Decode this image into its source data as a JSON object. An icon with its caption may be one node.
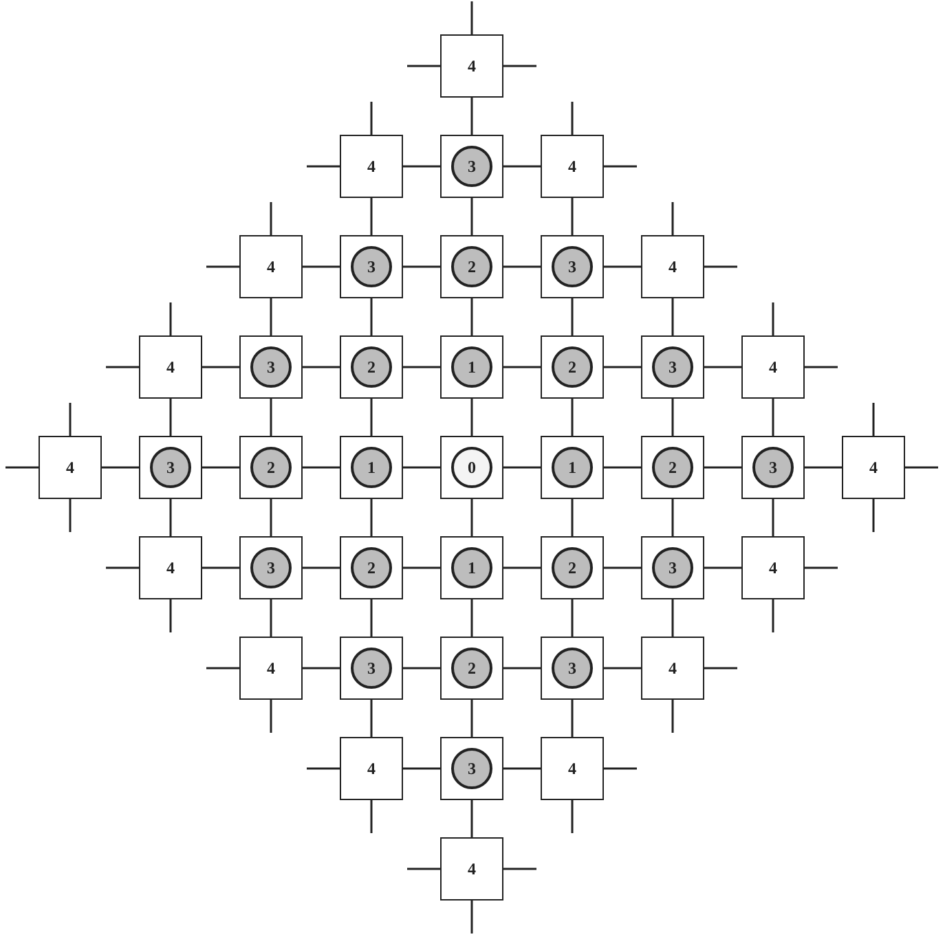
{
  "diagram": {
    "nodes": [
      {
        "text": [
          "4"
        ]
      },
      {
        "text": [
          "4"
        ]
      },
      {
        "text": [],
        "shape": "box"
      },
      {
        "text": [
          "3"
        ],
        "in": 2
      },
      {
        "text": [
          "4"
        ]
      },
      {
        "text": [
          "4"
        ]
      },
      {
        "text": [],
        "shape": "box"
      },
      {
        "text": [
          "3"
        ],
        "in": 6
      },
      {
        "text": [],
        "shape": "box"
      },
      {
        "text": [
          "2"
        ],
        "in": 8
      },
      {
        "text": [],
        "shape": "box"
      },
      {
        "text": [
          "3"
        ],
        "in": 10
      },
      {
        "text": [
          "4"
        ]
      },
      {
        "text": [
          "4"
        ]
      },
      {
        "text": [],
        "shape": "box"
      },
      {
        "text": [
          "3"
        ],
        "in": 14
      },
      {
        "text": [],
        "shape": "box"
      },
      {
        "text": [
          "2"
        ],
        "in": 16
      },
      {
        "text": [],
        "shape": "box"
      },
      {
        "text": [
          "1"
        ],
        "in": 18
      },
      {
        "text": [],
        "shape": "box"
      },
      {
        "text": [
          "2"
        ],
        "in": 20
      },
      {
        "text": [],
        "shape": "box"
      },
      {
        "text": [
          "3"
        ],
        "in": 22
      },
      {
        "text": [
          "4"
        ]
      },
      {
        "text": [
          "4"
        ]
      },
      {
        "text": [],
        "shape": "box"
      },
      {
        "text": [
          "3"
        ],
        "in": 26
      },
      {
        "text": [],
        "shape": "box"
      },
      {
        "text": [
          "2"
        ],
        "in": 28
      },
      {
        "text": [],
        "shape": "box"
      },
      {
        "text": [
          "1"
        ],
        "in": 30
      },
      {
        "text": [],
        "shape": "box"
      },
      {
        "text": [
          "0"
        ],
        "in": 32
      },
      {
        "text": [],
        "shape": "box"
      },
      {
        "text": [
          "1"
        ],
        "in": 34
      },
      {
        "text": [],
        "shape": "box"
      },
      {
        "text": [
          "2"
        ],
        "in": 36
      },
      {
        "text": [],
        "shape": "box"
      },
      {
        "text": [
          "3"
        ],
        "in": 38
      },
      {
        "text": [
          "4"
        ]
      },
      {
        "text": [
          "4"
        ]
      },
      {
        "text": [],
        "shape": "box"
      },
      {
        "text": [
          "3"
        ],
        "in": 42
      },
      {
        "text": [],
        "shape": "box"
      },
      {
        "text": [
          "2"
        ],
        "in": 44
      },
      {
        "text": [],
        "shape": "box"
      },
      {
        "text": [
          "1"
        ],
        "in": 46
      },
      {
        "text": [],
        "shape": "box"
      },
      {
        "text": [
          "2"
        ],
        "in": 48
      },
      {
        "text": [],
        "shape": "box"
      },
      {
        "text": [
          "3"
        ],
        "in": 50
      },
      {
        "text": [
          "4"
        ]
      },
      {
        "text": [
          "4"
        ]
      },
      {
        "text": [],
        "shape": "box"
      },
      {
        "text": [
          "3"
        ],
        "in": 54
      },
      {
        "text": [],
        "shape": "box"
      },
      {
        "text": [
          "2"
        ],
        "in": 56
      },
      {
        "text": [],
        "shape": "box"
      },
      {
        "text": [
          "3"
        ],
        "in": 58
      },
      {
        "text": [
          "4"
        ]
      },
      {
        "text": [
          "4"
        ]
      },
      {
        "text": [],
        "shape": "box"
      },
      {
        "text": [
          "3"
        ],
        "in": 62
      },
      {
        "text": [
          "4"
        ]
      },
      {
        "text": [
          "4"
        ]
      }
    ],
    "edges": [
      {
        "from": 1,
        "to": 2,
        "arrow": "none"
      },
      {
        "from": 2,
        "to": 4,
        "arrow": "none"
      },
      {
        "from": 5,
        "to": 6,
        "arrow": "none"
      },
      {
        "from": 6,
        "to": 8,
        "arrow": "none"
      },
      {
        "from": 8,
        "to": 10,
        "arrow": "none"
      },
      {
        "from": 10,
        "to": 12,
        "arrow": "none"
      },
      {
        "from": 13,
        "to": 14,
        "arrow": "none"
      },
      {
        "from": 14,
        "to": 16,
        "arrow": "none"
      },
      {
        "from": 16,
        "to": 18,
        "arrow": "none"
      },
      {
        "from": 18,
        "to": 20,
        "arrow": "none"
      },
      {
        "from": 20,
        "to": 22,
        "arrow": "none"
      },
      {
        "from": 22,
        "to": 24,
        "arrow": "none"
      },
      {
        "from": 25,
        "to": 26,
        "arrow": "none"
      },
      {
        "from": 26,
        "to": 28,
        "arrow": "none"
      },
      {
        "from": 28,
        "to": 30,
        "arrow": "none"
      },
      {
        "from": 30,
        "to": 32,
        "arrow": "none"
      },
      {
        "from": 32,
        "to": 34,
        "arrow": "none"
      },
      {
        "from": 34,
        "to": 36,
        "arrow": "none"
      },
      {
        "from": 36,
        "to": 38,
        "arrow": "none"
      },
      {
        "from": 38,
        "to": 40,
        "arrow": "none"
      },
      {
        "from": 41,
        "to": 42,
        "arrow": "none"
      },
      {
        "from": 42,
        "to": 44,
        "arrow": "none"
      },
      {
        "from": 44,
        "to": 46,
        "arrow": "none"
      },
      {
        "from": 46,
        "to": 48,
        "arrow": "none"
      },
      {
        "from": 48,
        "to": 50,
        "arrow": "none"
      },
      {
        "from": 50,
        "to": 52,
        "arrow": "none"
      },
      {
        "from": 53,
        "to": 54,
        "arrow": "none"
      },
      {
        "from": 54,
        "to": 56,
        "arrow": "none"
      },
      {
        "from": 56,
        "to": 58,
        "arrow": "none"
      },
      {
        "from": 58,
        "to": 60,
        "arrow": "none"
      },
      {
        "from": 61,
        "to": 62,
        "arrow": "none"
      },
      {
        "from": 62,
        "to": 64,
        "arrow": "none"
      },
      {
        "from": 13,
        "to": 26,
        "arrow": "none"
      },
      {
        "from": 26,
        "to": 41,
        "arrow": "none"
      },
      {
        "from": 5,
        "to": 14,
        "arrow": "none"
      },
      {
        "from": 14,
        "to": 28,
        "arrow": "none"
      },
      {
        "from": 28,
        "to": 42,
        "arrow": "none"
      },
      {
        "from": 42,
        "to": 53,
        "arrow": "none"
      },
      {
        "from": 1,
        "to": 6,
        "arrow": "none"
      },
      {
        "from": 6,
        "to": 16,
        "arrow": "none"
      },
      {
        "from": 16,
        "to": 30,
        "arrow": "none"
      },
      {
        "from": 30,
        "to": 44,
        "arrow": "none"
      },
      {
        "from": 44,
        "to": 54,
        "arrow": "none"
      },
      {
        "from": 54,
        "to": 61,
        "arrow": "none"
      },
      {
        "from": 0,
        "to": 2,
        "arrow": "none"
      },
      {
        "from": 2,
        "to": 8,
        "arrow": "none"
      },
      {
        "from": 8,
        "to": 18,
        "arrow": "none"
      },
      {
        "from": 18,
        "to": 32,
        "arrow": "none"
      },
      {
        "from": 32,
        "to": 46,
        "arrow": "none"
      },
      {
        "from": 46,
        "to": 56,
        "arrow": "none"
      },
      {
        "from": 56,
        "to": 62,
        "arrow": "none"
      },
      {
        "from": 62,
        "to": 65,
        "arrow": "none"
      },
      {
        "from": 4,
        "to": 10,
        "arrow": "none"
      },
      {
        "from": 10,
        "to": 20,
        "arrow": "none"
      },
      {
        "from": 20,
        "to": 34,
        "arrow": "none"
      },
      {
        "from": 34,
        "to": 48,
        "arrow": "none"
      },
      {
        "from": 48,
        "to": 58,
        "arrow": "none"
      },
      {
        "from": 58,
        "to": 64,
        "arrow": "none"
      },
      {
        "from": 12,
        "to": 22,
        "arrow": "none"
      },
      {
        "from": 22,
        "to": 36,
        "arrow": "none"
      },
      {
        "from": 36,
        "to": 50,
        "arrow": "none"
      },
      {
        "from": 50,
        "to": 60,
        "arrow": "none"
      },
      {
        "from": 24,
        "to": 38,
        "arrow": "none"
      },
      {
        "from": 38,
        "to": 52,
        "arrow": "none"
      },
      {
        "from": null,
        "to": 0,
        "arrow": "none"
      },
      {
        "from": null,
        "to": 0,
        "arrow": "none"
      },
      {
        "from": 0,
        "to": null,
        "arrow": "none"
      },
      {
        "from": null,
        "to": 1,
        "arrow": "none"
      },
      {
        "from": null,
        "to": 1,
        "arrow": "none"
      },
      {
        "from": null,
        "to": 4,
        "arrow": "none"
      },
      {
        "from": 4,
        "to": null,
        "arrow": "none"
      },
      {
        "from": null,
        "to": 5,
        "arrow": "none"
      },
      {
        "from": null,
        "to": 5,
        "arrow": "none"
      },
      {
        "from": null,
        "to": 12,
        "arrow": "none"
      },
      {
        "from": 12,
        "to": null,
        "arrow": "none"
      },
      {
        "from": null,
        "to": 13,
        "arrow": "none"
      },
      {
        "from": null,
        "to": 13,
        "arrow": "none"
      },
      {
        "from": null,
        "to": 24,
        "arrow": "none"
      },
      {
        "from": 24,
        "to": null,
        "arrow": "none"
      },
      {
        "from": null,
        "to": 25,
        "arrow": "none"
      },
      {
        "from": null,
        "to": 25,
        "arrow": "none"
      },
      {
        "from": 25,
        "to": null,
        "arrow": "none"
      },
      {
        "from": null,
        "to": 40,
        "arrow": "none"
      },
      {
        "from": 40,
        "to": null,
        "arrow": "none"
      },
      {
        "from": 40,
        "to": null,
        "arrow": "none"
      },
      {
        "from": null,
        "to": 41,
        "arrow": "none"
      },
      {
        "from": 41,
        "to": null,
        "arrow": "none"
      },
      {
        "from": 52,
        "to": null,
        "arrow": "none"
      },
      {
        "from": 52,
        "to": null,
        "arrow": "none"
      },
      {
        "from": null,
        "to": 53,
        "arrow": "none"
      },
      {
        "from": 53,
        "to": null,
        "arrow": "none"
      },
      {
        "from": 60,
        "to": null,
        "arrow": "none"
      },
      {
        "from": 60,
        "to": null,
        "arrow": "none"
      },
      {
        "from": null,
        "to": 61,
        "arrow": "none"
      },
      {
        "from": 61,
        "to": null,
        "arrow": "none"
      },
      {
        "from": 64,
        "to": null,
        "arrow": "none"
      },
      {
        "from": 64,
        "to": null,
        "arrow": "none"
      },
      {
        "from": null,
        "to": 65,
        "arrow": "none"
      },
      {
        "from": 65,
        "to": null,
        "arrow": "none"
      },
      {
        "from": 65,
        "to": null,
        "arrow": "none"
      }
    ]
  }
}
